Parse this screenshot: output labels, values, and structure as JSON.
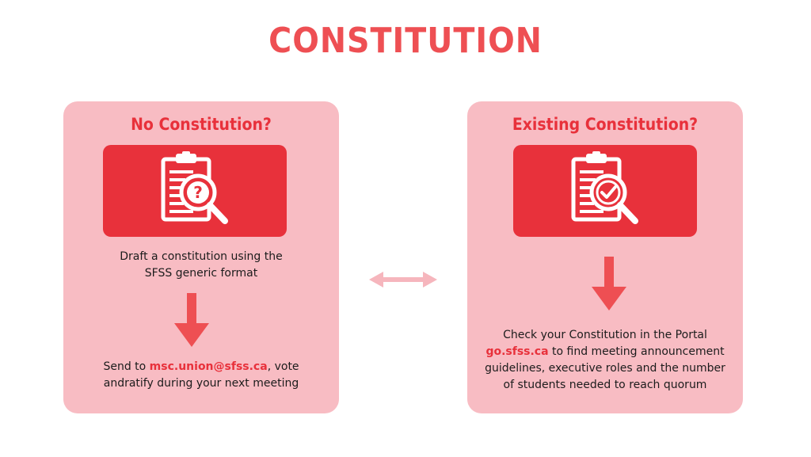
{
  "page": {
    "title": "CONSTITUTION"
  },
  "left_card": {
    "heading": "No Constitution?",
    "icon": "clipboard-question-magnifier",
    "text_line1": "Draft a constitution using the",
    "text_line2": "SFSS generic format",
    "send_prefix": "Send to ",
    "send_email": "msc.union@sfss.ca",
    "send_suffix": ", vote",
    "send_line2": "andratify during your next meeting"
  },
  "right_card": {
    "heading": "Existing Constitution?",
    "icon": "clipboard-check-magnifier",
    "text_line1": "Check your Constitution in the Portal",
    "link": "go.sfss.ca",
    "text_line2_suffix": " to find meeting announcement",
    "text_line3": "guidelines, executive roles and the number",
    "text_line4": "of students needed to reach quorum"
  },
  "connector": {
    "icon": "double-headed-arrow"
  },
  "colors": {
    "accent": "#e8313b",
    "title": "#ee4f53",
    "card_bg": "#f8bcc3",
    "arrow": "#ee4f53",
    "connector": "#f6b6bd"
  }
}
